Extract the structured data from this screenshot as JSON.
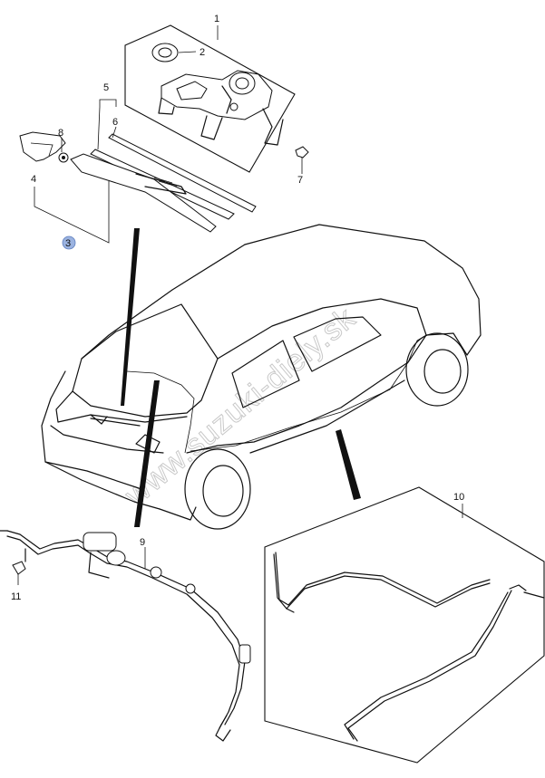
{
  "watermark": "www.suzuki-diely.sk",
  "callouts": [
    {
      "id": "c1",
      "label": "1"
    },
    {
      "id": "c2",
      "label": "2"
    },
    {
      "id": "c3",
      "label": "3",
      "highlighted": true
    },
    {
      "id": "c4",
      "label": "4"
    },
    {
      "id": "c5",
      "label": "5"
    },
    {
      "id": "c6",
      "label": "6"
    },
    {
      "id": "c7",
      "label": "7"
    },
    {
      "id": "c8",
      "label": "8"
    },
    {
      "id": "c9",
      "label": "9"
    },
    {
      "id": "c10",
      "label": "10"
    },
    {
      "id": "c11",
      "label": "11"
    }
  ],
  "colors": {
    "line": "#111111",
    "highlight": "#9bb3e0",
    "watermark": "#c9c9c9"
  }
}
